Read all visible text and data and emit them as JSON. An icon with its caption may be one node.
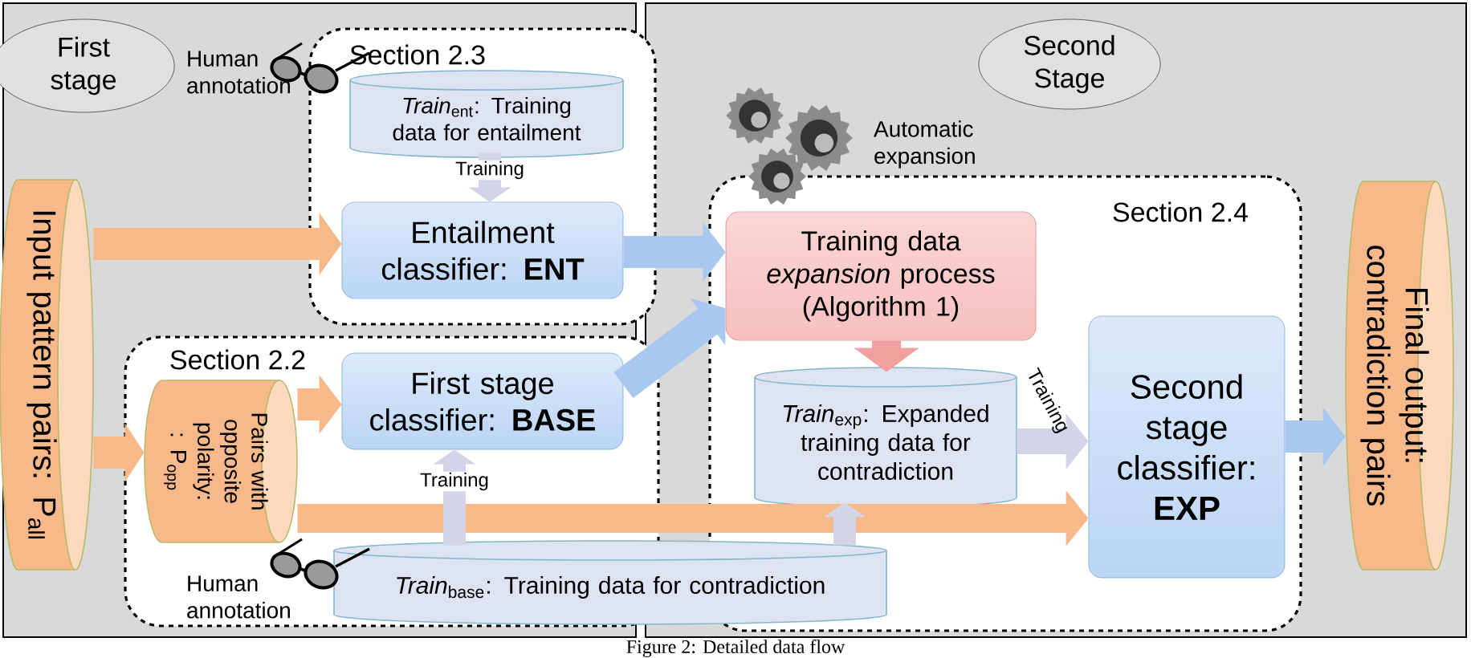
{
  "diagram": {
    "caption": "Figure 2: Detailed data flow",
    "nodes": [
      {
        "text": [
          "First stage"
        ]
      },
      {
        "text": [
          "Second Stage"
        ]
      },
      {
        "text": [
          "Section 2.3"
        ]
      },
      {
        "text": [
          "*Train*$_{ent}$: Training data for entailment"
        ],
        "in": 2
      },
      {
        "text": [
          "Entailment classifier: **ENT**"
        ],
        "in": 2
      },
      {
        "text": [
          "Section 2.2"
        ]
      },
      {
        "text": [
          "Pairs with opposite polarity: : P$_{opp}$"
        ],
        "in": 5
      },
      {
        "text": [
          "First stage classifier: **BASE**"
        ],
        "in": 5
      },
      {
        "text": [
          "*Train*$_{base}$: Training data for contradiction"
        ]
      },
      {
        "text": [
          "Section 2.4"
        ]
      },
      {
        "text": [
          "Training data *expansion* process (Algorithm 1)"
        ],
        "in": 9
      },
      {
        "text": [
          "*Train*$_{exp}$: Expanded training  data for contradiction"
        ],
        "in": 9
      },
      {
        "text": [
          "Second stage classifier: **EXP**"
        ],
        "in": 9
      },
      {
        "text": [
          "Input pattern pairs: P$_{all}$"
        ]
      },
      {
        "text": [
          "Final output: contradiction pairs"
        ]
      }
    ],
    "edges": [
      {
        "from": 13,
        "to": 4,
        "arrow": "to",
        "color": "#f7b98a"
      },
      {
        "from": 13,
        "to": 6,
        "arrow": "to",
        "color": "#f7b98a"
      },
      {
        "from": 6,
        "to": 7,
        "arrow": "to",
        "color": "#f7b98a"
      },
      {
        "from": 6,
        "to": 12,
        "arrow": "to",
        "color": "#f7b98a"
      },
      {
        "from": 3,
        "to": 4,
        "arrow": "to",
        "label": "Training",
        "color": "#d4d4e8"
      },
      {
        "from": 8,
        "to": 7,
        "arrow": "to",
        "label": "Training",
        "color": "#d4d4e8"
      },
      {
        "from": 8,
        "to": 11,
        "arrow": "to",
        "color": "#d4d4e8"
      },
      {
        "from": 4,
        "to": 10,
        "arrow": "to",
        "color": "#a9c8f0"
      },
      {
        "from": 7,
        "to": 10,
        "arrow": "to",
        "color": "#a9c8f0"
      },
      {
        "from": 10,
        "to": 11,
        "arrow": "to",
        "color": "#f2a0a0"
      },
      {
        "from": 11,
        "to": 12,
        "arrow": "to",
        "label": "Training",
        "color": "#d4d4e8"
      },
      {
        "from": 12,
        "to": 14,
        "arrow": "to",
        "color": "#a9c8f0"
      }
    ],
    "labels": [
      "Human annotation",
      "Automatic expansion",
      "Human annotation"
    ]
  }
}
